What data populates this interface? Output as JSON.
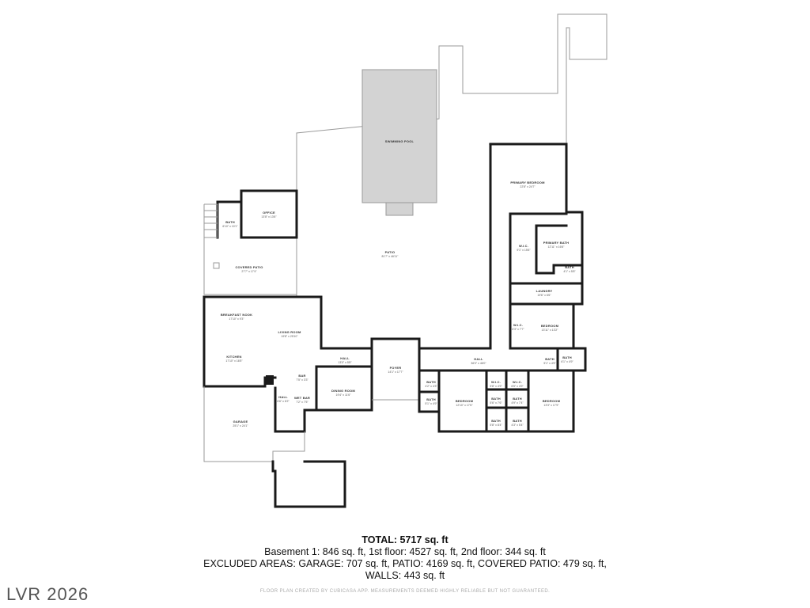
{
  "rooms": [
    {
      "id": "swimming-pool",
      "name": "SWIMMING POOL",
      "dim": ""
    },
    {
      "id": "primary-bedroom",
      "name": "PRIMARY BEDROOM",
      "dim": "22'8\" x 24'7\""
    },
    {
      "id": "office",
      "name": "OFFICE",
      "dim": "13'8\" x 13'6\""
    },
    {
      "id": "bath-office",
      "name": "BATH",
      "dim": "6'10\" x 10'1\""
    },
    {
      "id": "patio",
      "name": "PATIO",
      "dim": "81'7\" x 46'11\""
    },
    {
      "id": "wic-primary",
      "name": "W.I.C.",
      "dim": "9'1\" x 15'6\""
    },
    {
      "id": "primary-bath",
      "name": "PRIMARY BATH",
      "dim": "12'11\" x 16'6\""
    },
    {
      "id": "bath-primary",
      "name": "BATH",
      "dim": "4'1\" x 5'8\""
    },
    {
      "id": "covered-patio",
      "name": "COVERED PATIO",
      "dim": "27'7\" x 17'4\""
    },
    {
      "id": "laundry",
      "name": "LAUNDRY",
      "dim": "19'6\" x 6'6\""
    },
    {
      "id": "breakfast-nook",
      "name": "BREAKFAST NOOK",
      "dim": "17'10\" x 9'3\""
    },
    {
      "id": "living-room",
      "name": "LIVING ROOM",
      "dim": "19'8\" x 25'10\""
    },
    {
      "id": "wic-east",
      "name": "W.I.C.",
      "dim": "6'3\" x 7'7\""
    },
    {
      "id": "bedroom-east",
      "name": "BEDROOM",
      "dim": "13'11\" x 13'2\""
    },
    {
      "id": "kitchen",
      "name": "KITCHEN",
      "dim": "17'10\" x 16'5\""
    },
    {
      "id": "hall-main",
      "name": "HALL",
      "dim": "13'0\" x 5'8\""
    },
    {
      "id": "foyer",
      "name": "FOYER",
      "dim": "14'1\" x 17'7\""
    },
    {
      "id": "hall-east",
      "name": "HALL",
      "dim": "36'0\" x 46'0\""
    },
    {
      "id": "bath-east-1",
      "name": "BATH",
      "dim": "5'1\" x 4'5\""
    },
    {
      "id": "bath-east-2",
      "name": "BATH",
      "dim": "6'1\" x 4'9\""
    },
    {
      "id": "bar",
      "name": "BAR",
      "dim": "7'5\" x 3'3\""
    },
    {
      "id": "dining-room",
      "name": "DINING ROOM",
      "dim": "19'4\" x 11'6\""
    },
    {
      "id": "bath-hall-1",
      "name": "BATH",
      "dim": "4'2\" x 4'3\""
    },
    {
      "id": "wic-south-1",
      "name": "W.I.C.",
      "dim": "5'8\" x 4'9\""
    },
    {
      "id": "wic-south-2",
      "name": "W.I.C.",
      "dim": "6'5\" x 4'9\""
    },
    {
      "id": "hall-west",
      "name": "HALL",
      "dim": "6'6\" x 6'2\""
    },
    {
      "id": "wet-bar",
      "name": "WET BAR",
      "dim": "7'2\" x 7'5\""
    },
    {
      "id": "bath-hall-2",
      "name": "BATH",
      "dim": "5'1\" x 4'9\""
    },
    {
      "id": "bedroom-south-1",
      "name": "BEDROOM",
      "dim": "12'10\" x 17'6\""
    },
    {
      "id": "bath-south-1",
      "name": "BATH",
      "dim": "5'6\" x 7'6\""
    },
    {
      "id": "bath-south-2",
      "name": "BATH",
      "dim": "4'9\" x 7'4\""
    },
    {
      "id": "bedroom-south-2",
      "name": "BEDROOM",
      "dim": "13'3\" x 17'9\""
    },
    {
      "id": "garage",
      "name": "GARAGE",
      "dim": "25'1\" x 24'1\""
    },
    {
      "id": "bath-south-3",
      "name": "BATH",
      "dim": "5'8\" x 8'4\""
    },
    {
      "id": "bath-south-4",
      "name": "BATH",
      "dim": "4'3\" x 5'4\""
    }
  ],
  "summary": {
    "total": "TOTAL: 5717 sq. ft",
    "floors": "Basement 1: 846 sq. ft, 1st floor: 4527 sq. ft, 2nd floor: 344 sq. ft",
    "excluded": "EXCLUDED AREAS: GARAGE: 707 sq. ft, PATIO: 4169 sq. ft, COVERED PATIO: 479 sq. ft,",
    "walls": "WALLS: 443 sq. ft",
    "credit": "FLOOR PLAN CREATED BY CUBICASA APP. MEASUREMENTS DEEMED HIGHLY RELIABLE BUT NOT GUARANTEED."
  },
  "watermark": "LVR 2026",
  "colors": {
    "pool_fill": "#d3d3d3",
    "wall": "#1a1a1a",
    "outline": "#9a9a9a"
  }
}
